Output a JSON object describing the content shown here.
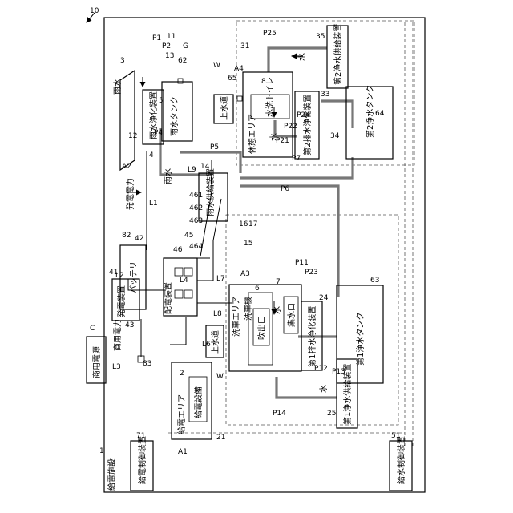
{
  "figure_number": "10",
  "facility": {
    "ref": "1",
    "label": "給電施設"
  },
  "power_control": {
    "ref": "71",
    "label": "給電制御装置"
  },
  "water_control": {
    "ref": "51",
    "label": "給水制御装置"
  },
  "commercial_power": {
    "ref": "C",
    "label": "商用電源"
  },
  "power_area": {
    "ref": "A1",
    "ref2": "2",
    "label": "給電エリア",
    "equipment": "給電設備"
  },
  "distribution": {
    "ref": "46",
    "label": "配電装置",
    "ref_switches": "45"
  },
  "switch_refs": [
    "461",
    "462",
    "463",
    "464"
  ],
  "generator": {
    "ref": "41",
    "label": "発電装置"
  },
  "battery": {
    "ref": "42",
    "ref2": "82",
    "label": "バッテリ"
  },
  "rain_purifier": {
    "ref": "5",
    "label": "雨水浄化装置"
  },
  "rain_tank": {
    "ref": "62",
    "label": "雨水タンク"
  },
  "rain_supply": {
    "ref": "14",
    "label": "雨水供給装置"
  },
  "wash_area": {
    "ref": "A3",
    "label": "洗車エリア",
    "machine": "洗車機",
    "outlet": "吹出口",
    "inlet": "集水口"
  },
  "purifier1": {
    "ref": "24",
    "label": "第1排水浄化装置"
  },
  "tank1": {
    "ref": "63",
    "label": "第1浄水タンク"
  },
  "supply1": {
    "ref": "25",
    "label": "第1浄水供給装置"
  },
  "rest_area": {
    "ref": "A4",
    "label": "休憩エリア",
    "toilet": "水洗トイレ"
  },
  "purifier2": {
    "ref": "33",
    "label": "第2排水浄化装置"
  },
  "tank2": {
    "ref": "64",
    "label": "第2浄水タンク"
  },
  "supply2": {
    "ref": "35",
    "label": "第2浄水供給装置"
  },
  "tap_water": "上水道",
  "words": {
    "rain": "雨水",
    "water": "水",
    "generated_power": "発電電力",
    "commercial_power": "商用電力"
  },
  "refs": {
    "p1": "P1",
    "p2": "P2",
    "r11": "11",
    "r13": "13",
    "g": "G",
    "r3": "3",
    "r12": "12",
    "p4": "P4",
    "r4": "4",
    "p5": "P5",
    "l9": "L9",
    "a2": "A2",
    "l1": "L1",
    "r16": "16",
    "r17": "17",
    "r15": "15",
    "p6": "P6",
    "p7": "P7",
    "l2": "L2",
    "l4": "L4",
    "l7": "L7",
    "l8": "L8",
    "l6": "L6",
    "r43": "43",
    "r83": "83",
    "l3": "L3",
    "r6": "6",
    "r7": "7",
    "p11": "P11",
    "p23": "P23",
    "p12": "P12",
    "p13": "P13",
    "p14": "P14",
    "r21": "21",
    "w1": "W",
    "w2": "W",
    "r31": "31",
    "p25": "P25",
    "r8": "8",
    "r65": "65",
    "p21": "P21",
    "p22": "P22",
    "p24": "P24",
    "r34": "34"
  }
}
